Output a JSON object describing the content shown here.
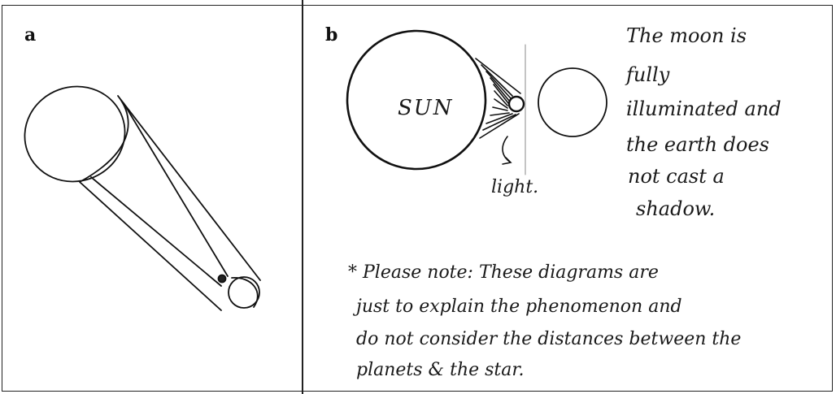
{
  "panels": {
    "a": {
      "label": "a"
    },
    "b": {
      "label": "b",
      "sun_label": "SUN",
      "light_label": "light.",
      "caption_lines": [
        "The moon is",
        "fully",
        "illuminated and",
        "the earth does",
        "not cast a",
        "shadow."
      ]
    }
  },
  "note_lines": [
    "* Please note: These diagrams are",
    "just to explain the phenomenon and",
    "do not consider the distances between the",
    "planets & the star."
  ]
}
